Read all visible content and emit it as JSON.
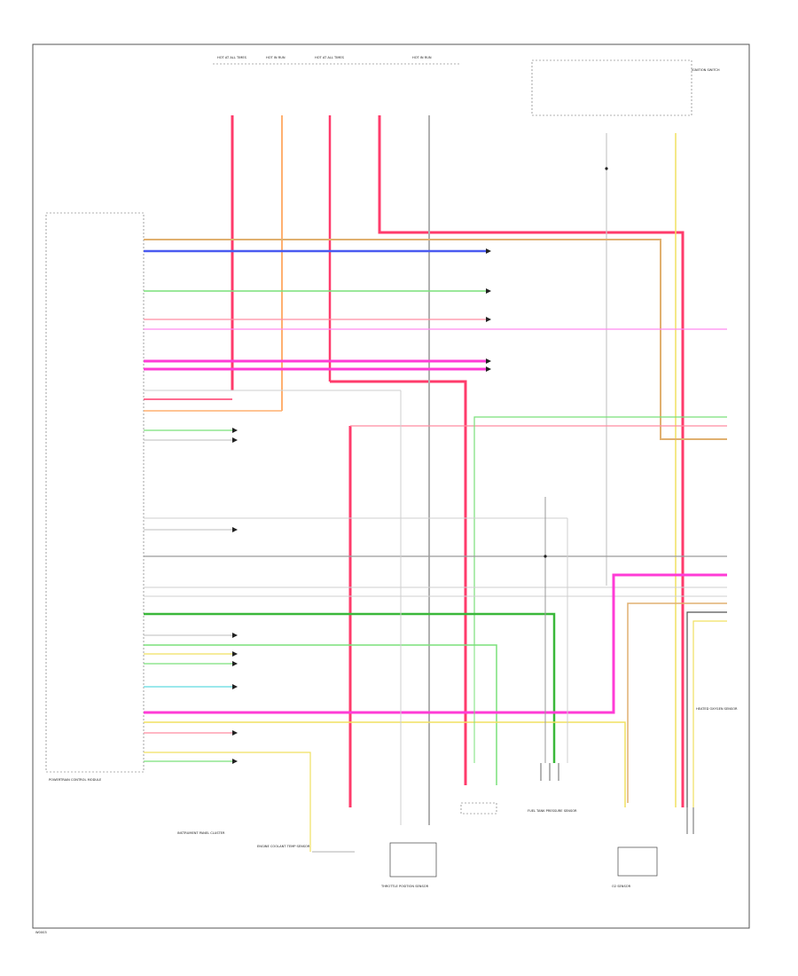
{
  "diagram": {
    "footer_code": "W0003",
    "module_label": "POWERTRAIN CONTROL MODULE",
    "fuse_labels": [
      "HOT AT ALL TIMES",
      "HOT IN RUN",
      "HOT AT ALL TIMES",
      "HOT IN RUN"
    ],
    "ignition_label": "IGNITION SWITCH",
    "bottom_labels": {
      "instrument_panel": "INSTRUMENT PANEL CLUSTER",
      "ctp_sensor": "ENGINE COOLANT TEMP SENSOR",
      "tps": "THROTTLE POSITION SENSOR",
      "fuel_sender": "FUEL TANK PRESSURE SENSOR",
      "o2_sensor": "O2 SENSOR",
      "heated_o2": "HEATED OXYGEN SENSOR"
    },
    "colors": {
      "red": "#ff3b6b",
      "orange": "#ffb070",
      "tan": "#e0b070",
      "blue": "#4a5af0",
      "green": "#7ae07a",
      "magenta": "#ff3bd6",
      "yellow": "#f0e060",
      "gray": "#999999",
      "lightgray": "#c8c8c8",
      "cyan": "#7ae0e6",
      "darkgreen": "#3ab83a",
      "pink": "#ff9ad0"
    }
  }
}
